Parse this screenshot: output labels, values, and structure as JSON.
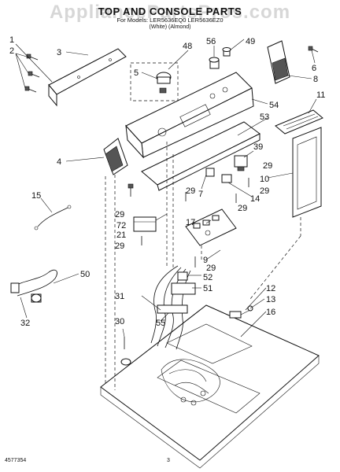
{
  "watermark": "AppliancePartsPros.com",
  "header": {
    "title": "TOP AND CONSOLE PARTS",
    "subtitle": "For Models: LER5636EQ0 LER5636EZ0",
    "colors": "(White) (Almond)"
  },
  "footer": {
    "code": "4577354",
    "page": "3"
  },
  "callouts": [
    "1",
    "2",
    "3",
    "4",
    "5",
    "6",
    "7",
    "8",
    "9",
    "10",
    "11",
    "12",
    "13",
    "14",
    "15",
    "16",
    "17",
    "21",
    "29",
    "29",
    "29",
    "29",
    "29",
    "29",
    "29",
    "30",
    "31",
    "32",
    "39",
    "48",
    "49",
    "50",
    "51",
    "52",
    "53",
    "54",
    "55",
    "56",
    "72"
  ]
}
